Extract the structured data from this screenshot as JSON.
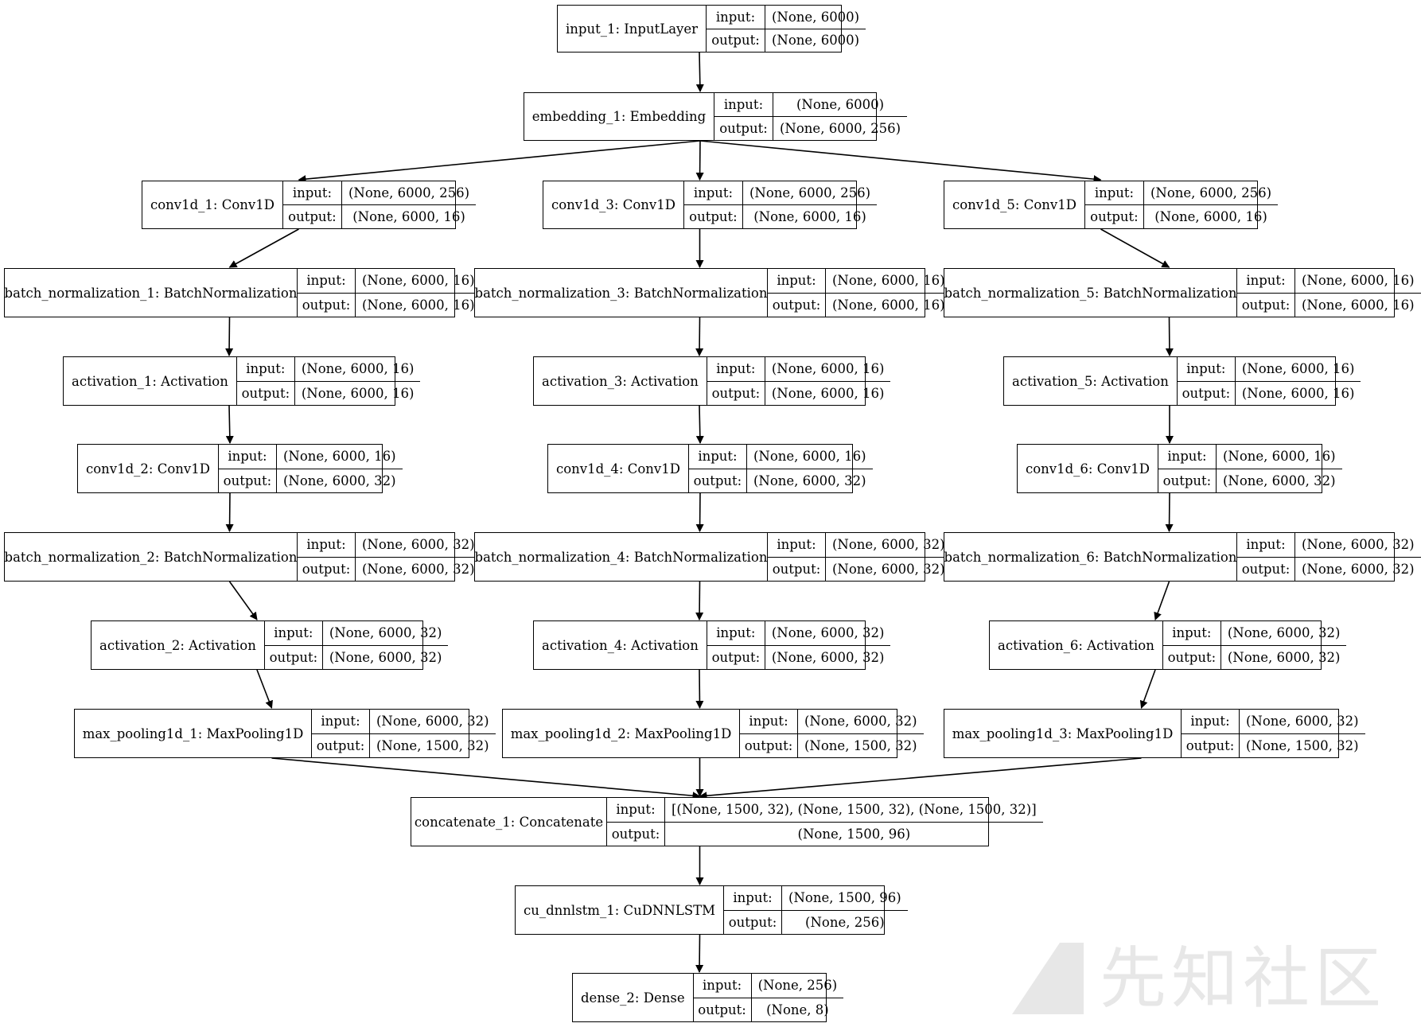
{
  "labels": {
    "input": "input:",
    "output": "output:"
  },
  "nodes": [
    {
      "id": "input_1",
      "name": "input_1: InputLayer",
      "input": "(None, 6000)",
      "output": "(None, 6000)"
    },
    {
      "id": "embedding_1",
      "name": "embedding_1: Embedding",
      "input": "(None, 6000)",
      "output": "(None, 6000, 256)"
    },
    {
      "id": "conv1d_1",
      "name": "conv1d_1: Conv1D",
      "input": "(None, 6000, 256)",
      "output": "(None, 6000, 16)"
    },
    {
      "id": "conv1d_3",
      "name": "conv1d_3: Conv1D",
      "input": "(None, 6000, 256)",
      "output": "(None, 6000, 16)"
    },
    {
      "id": "conv1d_5",
      "name": "conv1d_5: Conv1D",
      "input": "(None, 6000, 256)",
      "output": "(None, 6000, 16)"
    },
    {
      "id": "batch_normalization_1",
      "name": "batch_normalization_1: BatchNormalization",
      "input": "(None, 6000, 16)",
      "output": "(None, 6000, 16)"
    },
    {
      "id": "batch_normalization_3",
      "name": "batch_normalization_3: BatchNormalization",
      "input": "(None, 6000, 16)",
      "output": "(None, 6000, 16)"
    },
    {
      "id": "batch_normalization_5",
      "name": "batch_normalization_5: BatchNormalization",
      "input": "(None, 6000, 16)",
      "output": "(None, 6000, 16)"
    },
    {
      "id": "activation_1",
      "name": "activation_1: Activation",
      "input": "(None, 6000, 16)",
      "output": "(None, 6000, 16)"
    },
    {
      "id": "activation_3",
      "name": "activation_3: Activation",
      "input": "(None, 6000, 16)",
      "output": "(None, 6000, 16)"
    },
    {
      "id": "activation_5",
      "name": "activation_5: Activation",
      "input": "(None, 6000, 16)",
      "output": "(None, 6000, 16)"
    },
    {
      "id": "conv1d_2",
      "name": "conv1d_2: Conv1D",
      "input": "(None, 6000, 16)",
      "output": "(None, 6000, 32)"
    },
    {
      "id": "conv1d_4",
      "name": "conv1d_4: Conv1D",
      "input": "(None, 6000, 16)",
      "output": "(None, 6000, 32)"
    },
    {
      "id": "conv1d_6",
      "name": "conv1d_6: Conv1D",
      "input": "(None, 6000, 16)",
      "output": "(None, 6000, 32)"
    },
    {
      "id": "batch_normalization_2",
      "name": "batch_normalization_2: BatchNormalization",
      "input": "(None, 6000, 32)",
      "output": "(None, 6000, 32)"
    },
    {
      "id": "batch_normalization_4",
      "name": "batch_normalization_4: BatchNormalization",
      "input": "(None, 6000, 32)",
      "output": "(None, 6000, 32)"
    },
    {
      "id": "batch_normalization_6",
      "name": "batch_normalization_6: BatchNormalization",
      "input": "(None, 6000, 32)",
      "output": "(None, 6000, 32)"
    },
    {
      "id": "activation_2",
      "name": "activation_2: Activation",
      "input": "(None, 6000, 32)",
      "output": "(None, 6000, 32)"
    },
    {
      "id": "activation_4",
      "name": "activation_4: Activation",
      "input": "(None, 6000, 32)",
      "output": "(None, 6000, 32)"
    },
    {
      "id": "activation_6",
      "name": "activation_6: Activation",
      "input": "(None, 6000, 32)",
      "output": "(None, 6000, 32)"
    },
    {
      "id": "max_pooling1d_1",
      "name": "max_pooling1d_1: MaxPooling1D",
      "input": "(None, 6000, 32)",
      "output": "(None, 1500, 32)"
    },
    {
      "id": "max_pooling1d_2",
      "name": "max_pooling1d_2: MaxPooling1D",
      "input": "(None, 6000, 32)",
      "output": "(None, 1500, 32)"
    },
    {
      "id": "max_pooling1d_3",
      "name": "max_pooling1d_3: MaxPooling1D",
      "input": "(None, 6000, 32)",
      "output": "(None, 1500, 32)"
    },
    {
      "id": "concatenate_1",
      "name": "concatenate_1: Concatenate",
      "input": "[(None, 1500, 32), (None, 1500, 32), (None, 1500, 32)]",
      "output": "(None, 1500, 96)"
    },
    {
      "id": "cu_dnnlstm_1",
      "name": "cu_dnnlstm_1: CuDNNLSTM",
      "input": "(None, 1500, 96)",
      "output": "(None, 256)"
    },
    {
      "id": "dense_2",
      "name": "dense_2: Dense",
      "input": "(None, 256)",
      "output": "(None, 8)"
    }
  ],
  "edges": [
    [
      "input_1",
      "embedding_1"
    ],
    [
      "embedding_1",
      "conv1d_1"
    ],
    [
      "embedding_1",
      "conv1d_3"
    ],
    [
      "embedding_1",
      "conv1d_5"
    ],
    [
      "conv1d_1",
      "batch_normalization_1"
    ],
    [
      "conv1d_3",
      "batch_normalization_3"
    ],
    [
      "conv1d_5",
      "batch_normalization_5"
    ],
    [
      "batch_normalization_1",
      "activation_1"
    ],
    [
      "batch_normalization_3",
      "activation_3"
    ],
    [
      "batch_normalization_5",
      "activation_5"
    ],
    [
      "activation_1",
      "conv1d_2"
    ],
    [
      "activation_3",
      "conv1d_4"
    ],
    [
      "activation_5",
      "conv1d_6"
    ],
    [
      "conv1d_2",
      "batch_normalization_2"
    ],
    [
      "conv1d_4",
      "batch_normalization_4"
    ],
    [
      "conv1d_6",
      "batch_normalization_6"
    ],
    [
      "batch_normalization_2",
      "activation_2"
    ],
    [
      "batch_normalization_4",
      "activation_4"
    ],
    [
      "batch_normalization_6",
      "activation_6"
    ],
    [
      "activation_2",
      "max_pooling1d_1"
    ],
    [
      "activation_4",
      "max_pooling1d_2"
    ],
    [
      "activation_6",
      "max_pooling1d_3"
    ],
    [
      "max_pooling1d_1",
      "concatenate_1"
    ],
    [
      "max_pooling1d_2",
      "concatenate_1"
    ],
    [
      "max_pooling1d_3",
      "concatenate_1"
    ],
    [
      "concatenate_1",
      "cu_dnnlstm_1"
    ],
    [
      "cu_dnnlstm_1",
      "dense_2"
    ]
  ],
  "watermark": {
    "text": "先知社区"
  }
}
